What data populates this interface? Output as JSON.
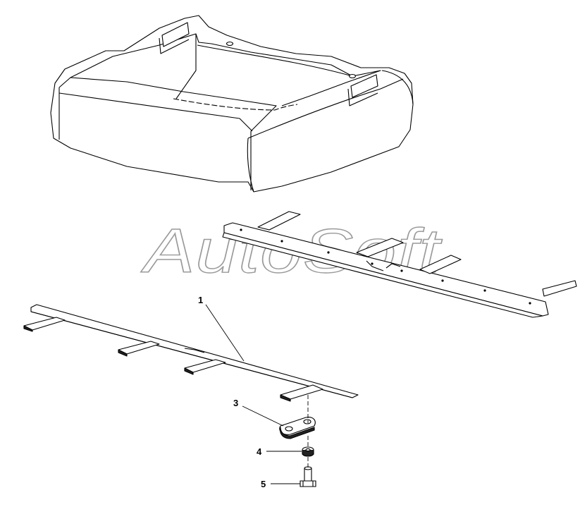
{
  "watermark": {
    "text": "AutoSoft"
  },
  "callouts": [
    {
      "id": "1",
      "label": "1"
    },
    {
      "id": "3",
      "label": "3"
    },
    {
      "id": "4",
      "label": "4"
    },
    {
      "id": "5",
      "label": "5"
    }
  ],
  "colors": {
    "line": "#000000",
    "watermark": "#9a9a9a",
    "background": "#ffffff"
  }
}
